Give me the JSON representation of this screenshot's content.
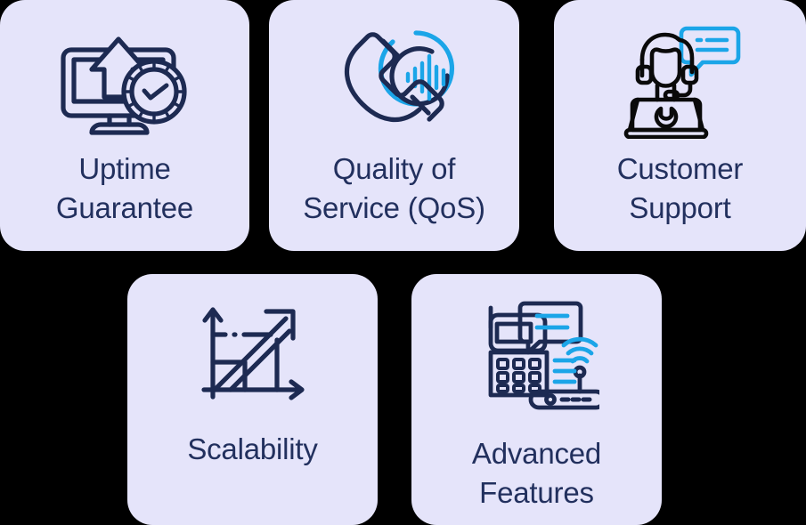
{
  "palette": {
    "page_background": "#000000",
    "card_background": "#e5e4fa",
    "text_navy": "#22305e",
    "icon_navy": "#1d2a52",
    "icon_black": "#0a0a0a",
    "accent_blue": "#1ba5e8"
  },
  "cards": [
    {
      "id": "uptime-guarantee",
      "label": "Uptime\nGuarantee",
      "label_line_1": "Uptime",
      "label_line_2": "Guarantee",
      "icon_name": "monitor-upload-clock-icon",
      "icon_description": "Desktop monitor with upward arrow and analog clock"
    },
    {
      "id": "quality-of-service",
      "label": "Quality of\nService (QoS)",
      "label_line_1": "Quality of",
      "label_line_2": "Service (QoS)",
      "icon_name": "phone-handset-waveform-icon",
      "icon_description": "Telephone handset with audio waveform in circle"
    },
    {
      "id": "customer-support",
      "label": "Customer\nSupport",
      "label_line_1": "Customer",
      "label_line_2": "Support",
      "icon_name": "support-agent-headset-icon",
      "icon_description": "Support agent with headset at laptop with chat bubble"
    },
    {
      "id": "scalability",
      "label": "Scalability",
      "label_line_1": "Scalability",
      "label_line_2": "",
      "icon_name": "growth-chart-arrow-icon",
      "icon_description": "Bar chart axes with rising arrow"
    },
    {
      "id": "advanced-features",
      "label": "Advanced\nFeatures",
      "label_line_1": "Advanced",
      "label_line_2": "Features",
      "icon_name": "desk-phone-router-wifi-icon",
      "icon_description": "Desk phone with chat bubble, wifi router"
    }
  ]
}
